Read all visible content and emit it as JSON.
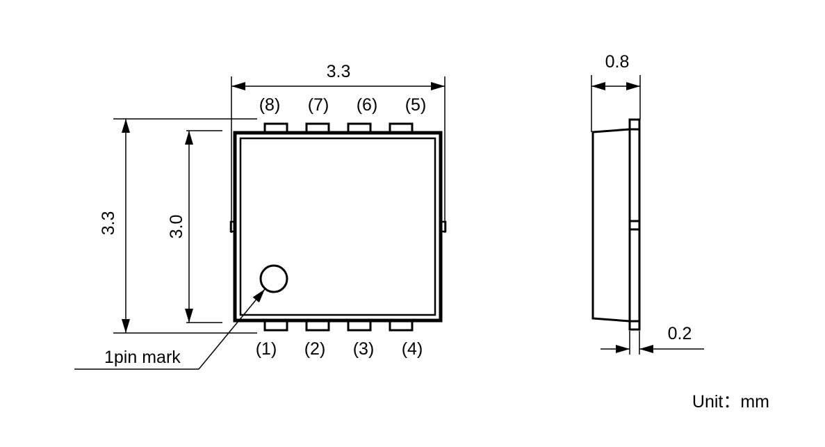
{
  "dimensions": {
    "top_width": "3.3",
    "outer_height": "3.3",
    "inner_height": "3.0",
    "side_thickness": "0.8",
    "lead_thickness": "0.2"
  },
  "pins": {
    "top": [
      "(8)",
      "(7)",
      "(6)",
      "(5)"
    ],
    "bottom": [
      "(1)",
      "(2)",
      "(3)",
      "(4)"
    ]
  },
  "pin1_label": "1pin mark",
  "unit_label": "Unit：mm"
}
